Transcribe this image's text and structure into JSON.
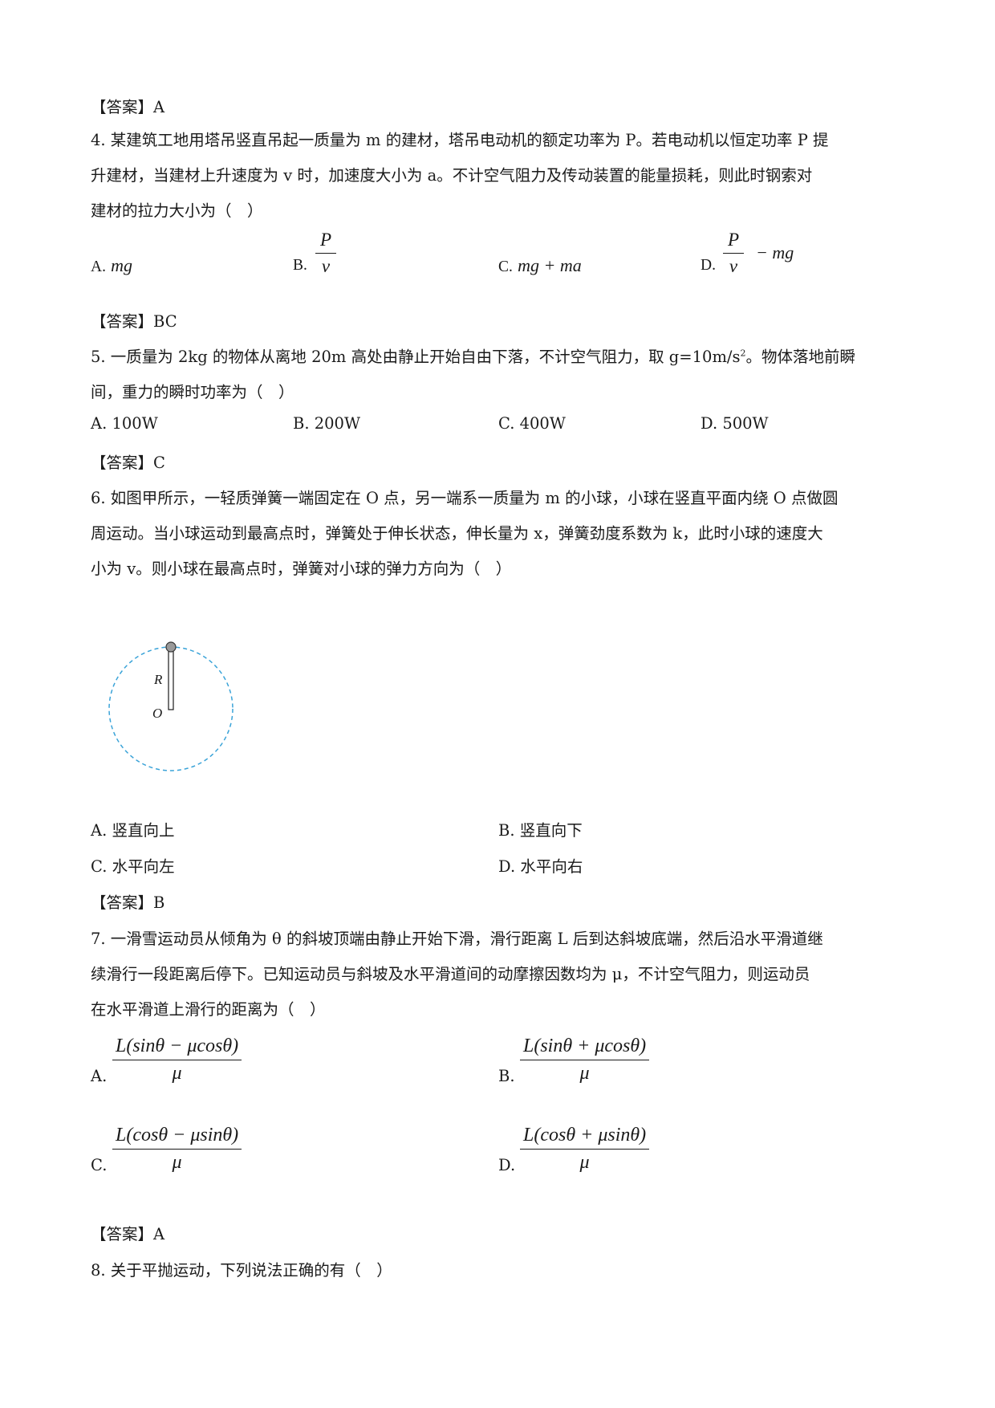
{
  "q3_answer": "【答案】A",
  "q4": {
    "line1": "4. 某建筑工地用塔吊竖直吊起一质量为 m 的建材，塔吊电动机的额定功率为 P。若电动机以恒定功率 P 提",
    "line2": "升建材，当建材上升速度为 v 时，加速度大小为 a。不计空气阻力及传动装置的能量损耗，则此时钢索对",
    "line3": "建材的拉力大小为（　）",
    "optA_label": "A.",
    "optA_expr": "mg",
    "optB_label": "B.",
    "optB_num": "P",
    "optB_den": "v",
    "optC_label": "C.",
    "optC_expr": "mg + ma",
    "optD_label": "D.",
    "optD_num": "P",
    "optD_den": "v",
    "optD_tail": "− mg",
    "answer": "【答案】BC"
  },
  "q5": {
    "line1a": "5. 一质量为 2kg 的物体从离地 20m 高处由静止开始自由下落，不计空气阻力，取 g=10m/s",
    "line1_sup": "2",
    "line1b": "。物体落地前瞬",
    "line2": "间，重力的瞬时功率为（　）",
    "optA": "A. 100W",
    "optB": "B. 200W",
    "optC": "C. 400W",
    "optD": "D. 500W",
    "answer": "【答案】C"
  },
  "q6": {
    "line1": "6. 如图甲所示，一轻质弹簧一端固定在 O 点，另一端系一质量为 m 的小球，小球在竖直平面内绕 O 点做圆",
    "line2": "周运动。当小球运动到最高点时，弹簧处于伸长状态，伸长量为 x，弹簧劲度系数为 k，此时小球的速度大",
    "line3": "小为 v。则小球在最高点时，弹簧对小球的弹力方向为（　）",
    "fig_label_R": "R",
    "fig_label_O": "O",
    "optA": "A. 竖直向上",
    "optB": "B. 竖直向下",
    "optC": "C. 水平向左",
    "optD": "D. 水平向右",
    "answer": "【答案】B"
  },
  "q7": {
    "line1": "7. 一滑雪运动员从倾角为 θ 的斜坡顶端由静止开始下滑，滑行距离 L 后到达斜坡底端，然后沿水平滑道继",
    "line2": "续滑行一段距离后停下。已知运动员与斜坡及水平滑道间的动摩擦因数均为 μ，不计空气阻力，则运动员",
    "line3": "在水平滑道上滑行的距离为（　）",
    "optA_label": "A.",
    "optA_num": "L(sinθ − μcosθ)",
    "optA_den": "μ",
    "optB_label": "B.",
    "optB_num": "L(sinθ + μcosθ)",
    "optB_den": "μ",
    "optC_label": "C.",
    "optC_num": "L(cosθ − μsinθ)",
    "optC_den": "μ",
    "optD_label": "D.",
    "optD_num": "L(cosθ + μsinθ)",
    "optD_den": "μ",
    "answer": "【答案】A"
  },
  "q8": {
    "line1": "8. 关于平抛运动，下列说法正确的有（　）"
  },
  "colors": {
    "text": "#1a1a1a",
    "circle_dash": "#3aa3d8"
  }
}
